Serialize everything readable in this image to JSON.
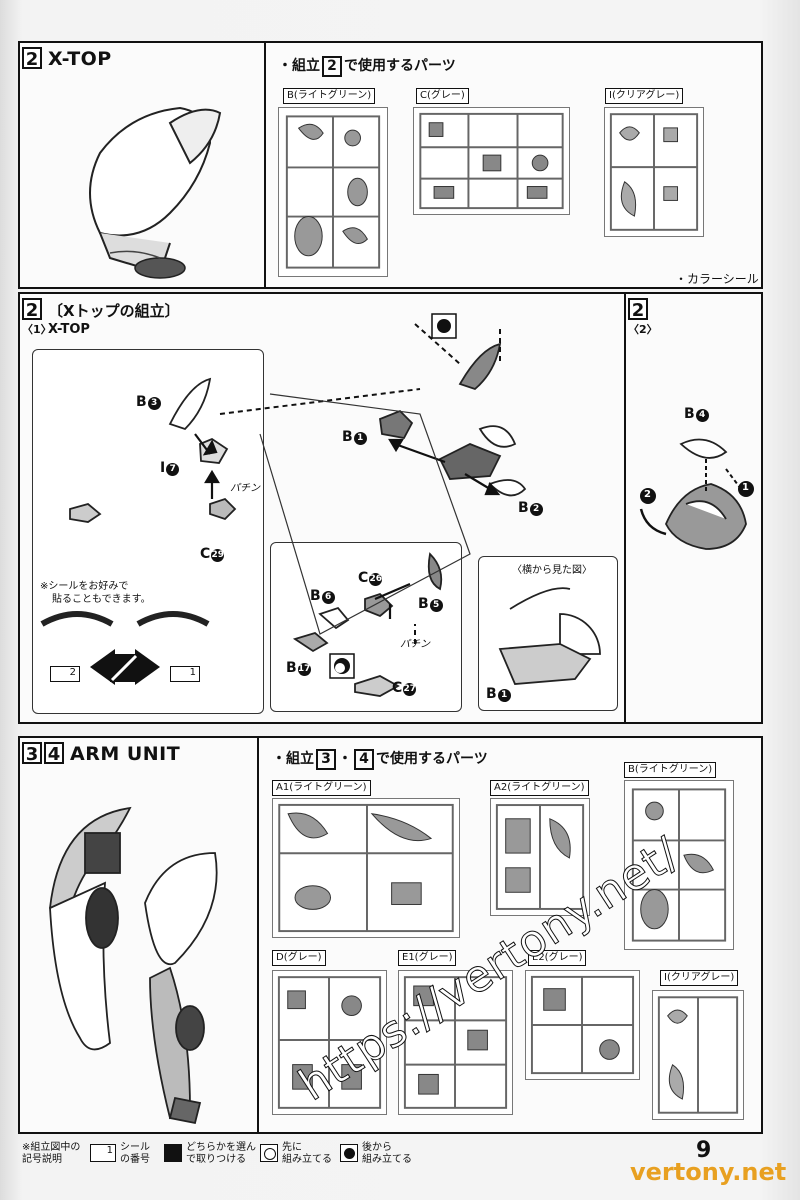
{
  "page_number": "9",
  "step1": {
    "numbers": "2",
    "title": "X-TOP",
    "parts_heading_pre": "・組立",
    "parts_heading_num": "2",
    "parts_heading_post": "で使用するパーツ",
    "runners": [
      {
        "label": "B(ライトグリーン)"
      },
      {
        "label": "C(グレー)"
      },
      {
        "label": "I(クリアグレー)"
      }
    ],
    "color_seal_label": "・カラーシール"
  },
  "step2": {
    "number": "2",
    "sub_index": "〈1〉",
    "title_jp": "〔Xトップの組立〕",
    "title_en": "X-TOP",
    "parts": [
      {
        "id": "B",
        "n": "3"
      },
      {
        "id": "I",
        "n": "7"
      },
      {
        "id": "C",
        "n": "29"
      },
      {
        "id": "B",
        "n": "1"
      },
      {
        "id": "B",
        "n": "2"
      },
      {
        "id": "C",
        "n": "26"
      },
      {
        "id": "B",
        "n": "6"
      },
      {
        "id": "B",
        "n": "5"
      },
      {
        "id": "B",
        "n": "17"
      },
      {
        "id": "C",
        "n": "27"
      },
      {
        "id": "B",
        "n": "1"
      }
    ],
    "snap1": "パチン",
    "snap2": "パチン",
    "seal_note_1": "※シールをお好みで",
    "seal_note_2": "貼ることもできます。",
    "seal_left": "2",
    "seal_right": "1",
    "side_view_label": "〈横から見た図〉"
  },
  "step2b": {
    "number": "2",
    "sub_index": "〈2〉",
    "part": {
      "id": "B",
      "n": "4"
    },
    "arrow_1": "1",
    "arrow_2": "2"
  },
  "step3": {
    "num_a": "3",
    "num_b": "4",
    "title": "ARM UNIT",
    "parts_heading_pre": "・組立",
    "parts_heading_num_a": "3",
    "parts_heading_mid": "・",
    "parts_heading_num_b": "4",
    "parts_heading_post": "で使用するパーツ",
    "runners": [
      {
        "label": "A1(ライトグリーン)"
      },
      {
        "label": "A2(ライトグリーン)"
      },
      {
        "label": "B(ライトグリーン)"
      },
      {
        "label": "D(グレー)"
      },
      {
        "label": "E1(グレー)"
      },
      {
        "label": "E2(グレー)"
      },
      {
        "label": "I(クリアグレー)"
      }
    ]
  },
  "legend": {
    "title_1": "※組立図中の",
    "title_2": "記号説明",
    "items": [
      {
        "icon": "seal-number-icon",
        "icon_text": "1",
        "line1": "シール",
        "line2": "の番号"
      },
      {
        "icon": "choose-either-icon",
        "line1": "どちらかを選ん",
        "line2": "で取りつける"
      },
      {
        "icon": "assemble-first-icon",
        "line1": "先に",
        "line2": "組み立てる"
      },
      {
        "icon": "assemble-later-icon",
        "line1": "後から",
        "line2": "組み立てる"
      }
    ]
  },
  "watermark": {
    "url": "https://vertony.net/",
    "brand": "vertony.net"
  },
  "colors": {
    "ink": "#111111",
    "paper": "#fbfbfb",
    "watermark_accent": "#e8a020"
  }
}
